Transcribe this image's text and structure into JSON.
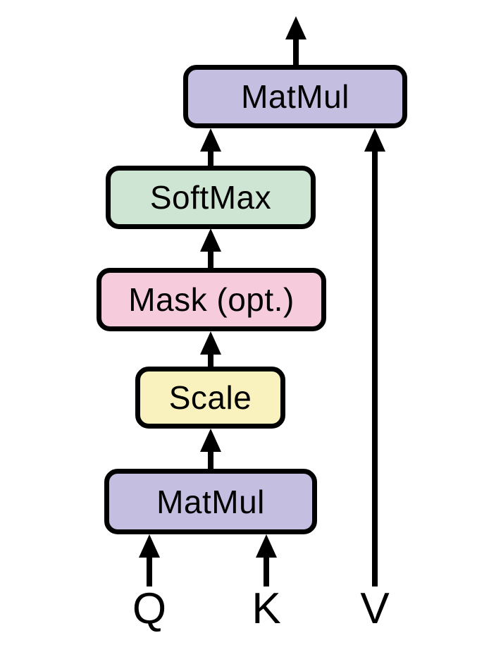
{
  "diagram": {
    "background": "#ffffff",
    "line_color": "#000000",
    "nodes": [
      {
        "id": "matmul-top",
        "label": "MatMul",
        "fill": "#c4bee0"
      },
      {
        "id": "softmax",
        "label": "SoftMax",
        "fill": "#cfe5d3"
      },
      {
        "id": "mask",
        "label": "Mask (opt.)",
        "fill": "#f6ccdc"
      },
      {
        "id": "scale",
        "label": "Scale",
        "fill": "#faf2be"
      },
      {
        "id": "matmul-bottom",
        "label": "MatMul",
        "fill": "#c4bee0"
      }
    ],
    "inputs": [
      {
        "id": "q",
        "label": "Q"
      },
      {
        "id": "k",
        "label": "K"
      },
      {
        "id": "v",
        "label": "V"
      }
    ],
    "edges": [
      {
        "from": "Q",
        "to": "MatMul (bottom)"
      },
      {
        "from": "K",
        "to": "MatMul (bottom)"
      },
      {
        "from": "MatMul (bottom)",
        "to": "Scale"
      },
      {
        "from": "Scale",
        "to": "Mask (opt.)"
      },
      {
        "from": "Mask (opt.)",
        "to": "SoftMax"
      },
      {
        "from": "SoftMax",
        "to": "MatMul (top)"
      },
      {
        "from": "V",
        "to": "MatMul (top)"
      },
      {
        "from": "MatMul (top)",
        "to": "output"
      }
    ]
  }
}
